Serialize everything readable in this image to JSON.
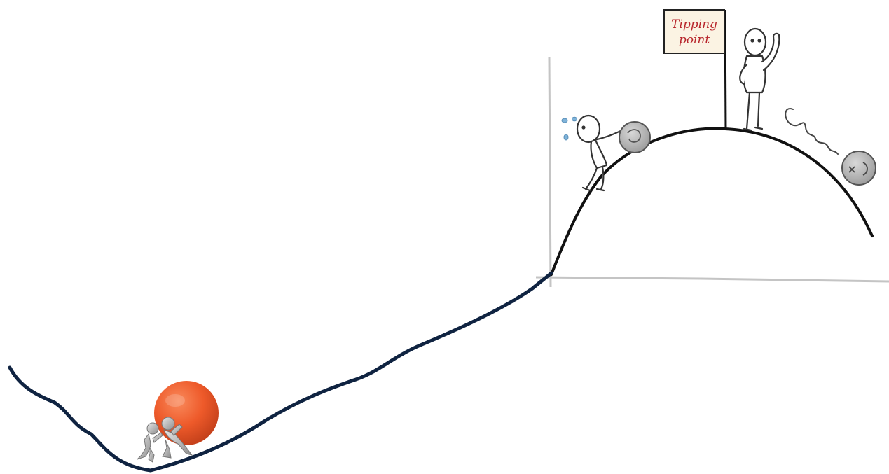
{
  "flag": {
    "line1": "Tipping",
    "line2": "point"
  },
  "colors": {
    "valley_curve": "#0f2341",
    "hill_curve": "#111111",
    "sketch_panel_lines": "#bdbdbd",
    "flag_background": "#fbf3e3",
    "flag_text": "#b8262c",
    "boulder_orange": "#ee5a2a",
    "sketch_boulder": "#a8a8a8",
    "sweat_drops": "#7fb3d9"
  },
  "icons": [
    "boulder",
    "figure-pushing",
    "figure-waving",
    "tipping-point-flag",
    "sweat-drops",
    "motion-lines"
  ]
}
